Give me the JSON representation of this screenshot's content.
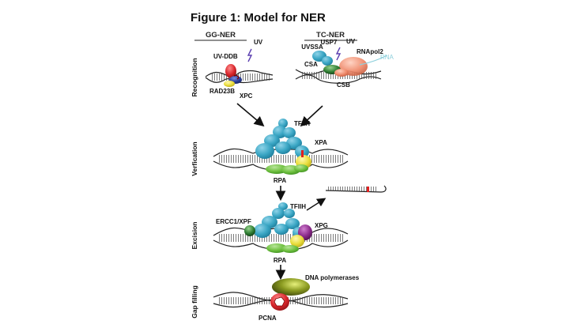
{
  "title": "Figure 1: Model for NER",
  "columns": {
    "left": "GG-NER",
    "right": "TC-NER"
  },
  "stages": {
    "recognition": "Recognition",
    "verification": "Verfication",
    "excision": "Excision",
    "gap_filling": "Gap filling"
  },
  "proteins": {
    "uv_left": "UV",
    "uv_ddb": "UV-DDB",
    "rad23b": "RAD23B",
    "xpc": "XPC",
    "uvssa": "UVSSA",
    "usp7": "USP7",
    "uv_right": "UV",
    "rnapol2": "RNApol2",
    "rna": "RNA",
    "csa": "CSA",
    "csb": "CSB",
    "tfiih_verification": "TFIIH",
    "xpa": "XPA",
    "rpa_verification": "RPA",
    "ercc1_xpf": "ERCC1/XPF",
    "tfiih_excision": "TFIIH",
    "xpg": "XPG",
    "rpa_excision": "RPA",
    "dna_polymerases": "DNA polymerases",
    "pcna": "PCNA"
  },
  "colors": {
    "tfiih": "#3aa6c4",
    "xpa": "#e8dc3a",
    "rpa": "#6cbf3c",
    "uv_ddb": "#d8262c",
    "xpc": "#2b3f9c",
    "rad23b": "#e8e050",
    "csb": "#ef8a6b",
    "csa": "#2f9a3a",
    "xpg": "#8a2a8a",
    "ercc1_xpf": "#2e7d32",
    "polymerase": "#8a9a20",
    "pcna": "#b71c1c",
    "lesion": "#e02020"
  },
  "icons": {
    "uv_light": "lightning-bolt-icon"
  }
}
